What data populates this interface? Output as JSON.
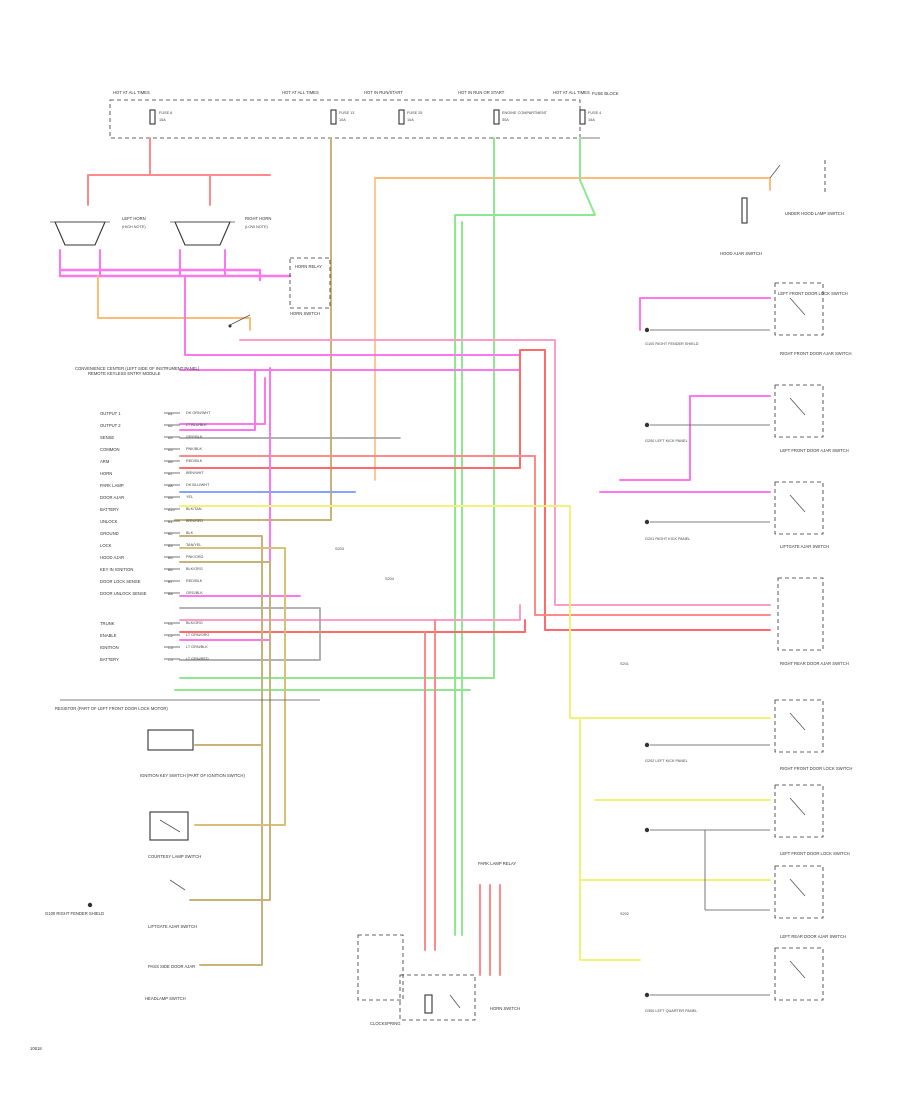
{
  "figure_id": "10618",
  "colors": {
    "pink": "#ff77ee",
    "red": "#ff6b6b",
    "lightred": "#ff9d9d",
    "orange": "#ffbb77",
    "yellow": "#f2f27a",
    "green": "#8fe88f",
    "tan": "#c8b27a",
    "gray": "#a7a7a7",
    "blue": "#8aa2ff",
    "black": "#333333"
  },
  "fuses": [
    {
      "id": "fuse-1",
      "label": "HOT AT ALL TIMES",
      "fuse": "FUSE 6",
      "amp": "15A"
    },
    {
      "id": "fuse-2",
      "label": "HOT AT ALL TIMES",
      "fuse": "FUSE 13",
      "amp": "10A"
    },
    {
      "id": "fuse-3",
      "label": "HOT IN RUN/START",
      "fuse": "FUSE 25",
      "amp": "10A"
    },
    {
      "id": "fuse-4",
      "label": "HOT IN RUN OR START",
      "fuse": "ENGINE COMPARTMENT",
      "amp": "30A"
    },
    {
      "id": "fuse-5",
      "label": "HOT AT ALL TIMES",
      "fuse": "FUSE 4",
      "amp": "15A"
    }
  ],
  "fuse_box_label": "FUSE BLOCK",
  "horns": [
    {
      "label": "LEFT HORN",
      "sub": "(HIGH NOTE)"
    },
    {
      "label": "RIGHT HORN",
      "sub": "(LOW NOTE)"
    }
  ],
  "horn_relay": "HORN RELAY",
  "horn_pad": "HORN SWITCH",
  "horn_switch": "HORN SWITCH",
  "clockspring": "CLOCKSPRING",
  "under_hood_lamp": "UNDER HOOD LAMP SWITCH",
  "hood_switch": "HOOD AJAR SWITCH",
  "convenience_center": "CONVENIENCE CENTER (LEFT SIDE OF INSTRUMENT PANEL)",
  "module_label": "REMOTE KEYLESS ENTRY MODULE",
  "module_pins": [
    {
      "name": "OUTPUT 1",
      "wire": "DK GRN/WHT",
      "pin": "A1"
    },
    {
      "name": "OUTPUT 2",
      "wire": "LT BLU/BLK",
      "pin": "A2"
    },
    {
      "name": "SENSE",
      "wire": "GRY/BLK",
      "pin": "A4"
    },
    {
      "name": "COMMON",
      "wire": "PNK/BLK",
      "pin": "A5"
    },
    {
      "name": "ARM",
      "wire": "RED/BLK",
      "pin": "A6"
    },
    {
      "name": "HORN",
      "wire": "BRN/WHT",
      "pin": "A7"
    },
    {
      "name": "PARK LAMP",
      "wire": "DK BLU/WHT",
      "pin": "A8"
    },
    {
      "name": "DOOR AJAR",
      "wire": "YEL",
      "pin": "A9"
    },
    {
      "name": "BATTERY",
      "wire": "BLK/TAN",
      "pin": "A10"
    },
    {
      "name": "UNLOCK",
      "wire": "BRN/RED",
      "pin": "B1"
    },
    {
      "name": "GROUND",
      "wire": "BLK",
      "pin": "B2"
    },
    {
      "name": "LOCK",
      "wire": "TAN/YEL",
      "pin": "B3"
    },
    {
      "name": "HOOD AJAR",
      "wire": "PNK/ORG",
      "pin": "B5"
    },
    {
      "name": "KEY IN IGNITION",
      "wire": "BLK/ORG",
      "pin": "B6"
    },
    {
      "name": "DOOR LOCK SENSE",
      "wire": "RED/BLK",
      "pin": "B7"
    },
    {
      "name": "DOOR UNLOCK SENSE",
      "wire": "ORG/BLK",
      "pin": "B8"
    },
    {
      "name": "TRUNK",
      "wire": "BLK/ORG",
      "pin": "C1"
    },
    {
      "name": "ENABLE",
      "wire": "LT GRN/ORG",
      "pin": "C2"
    },
    {
      "name": "IGNITION",
      "wire": "LT GRN/BLK",
      "pin": "C3"
    },
    {
      "name": "BATTERY",
      "wire": "LT GRN/RED",
      "pin": "C4"
    }
  ],
  "right_components": [
    {
      "id": "door-lock-switch-lf",
      "label": "LEFT FRONT DOOR LOCK SWITCH"
    },
    {
      "id": "door-ajar-rf",
      "label": "RIGHT FRONT DOOR AJAR SWITCH"
    },
    {
      "id": "door-ajar-lf",
      "label": "LEFT FRONT DOOR AJAR SWITCH"
    },
    {
      "id": "liftgate-switch",
      "label": "LIFTGATE AJAR SWITCH"
    },
    {
      "id": "rr-door-ajar",
      "label": "RIGHT REAR DOOR AJAR SWITCH"
    },
    {
      "id": "rf-door-lock",
      "label": "RIGHT FRONT DOOR LOCK SWITCH"
    },
    {
      "id": "lf-door-lock",
      "label": "LEFT FRONT DOOR LOCK SWITCH"
    },
    {
      "id": "lr-door-ajar",
      "label": "LEFT REAR DOOR AJAR SWITCH"
    }
  ],
  "grounds": [
    {
      "label": "G100 RIGHT FENDER SHIELD"
    },
    {
      "label": "G200 LEFT KICK PANEL"
    },
    {
      "label": "G201 RIGHT KICK PANEL"
    },
    {
      "label": "G202 LEFT KICK PANEL"
    },
    {
      "label": "G300 LEFT QUARTER PANEL"
    }
  ],
  "splices": [
    {
      "label": "S201"
    },
    {
      "label": "S202"
    },
    {
      "label": "S203"
    },
    {
      "label": "S204"
    }
  ],
  "left_notes": [
    "RESISTOR (PART OF LEFT FRONT DOOR LOCK MOTOR)",
    "IGNITION KEY SWITCH (PART OF IGNITION SWITCH)",
    "COURTESY LAMP SWITCH",
    "LIFTGATE AJAR SWITCH",
    "PASS SIDE DOOR AJAR"
  ],
  "bottom_labels": [
    "G100 RIGHT FENDER SHIELD",
    "HEADLAMP SWITCH",
    "PARK LAMP RELAY"
  ]
}
